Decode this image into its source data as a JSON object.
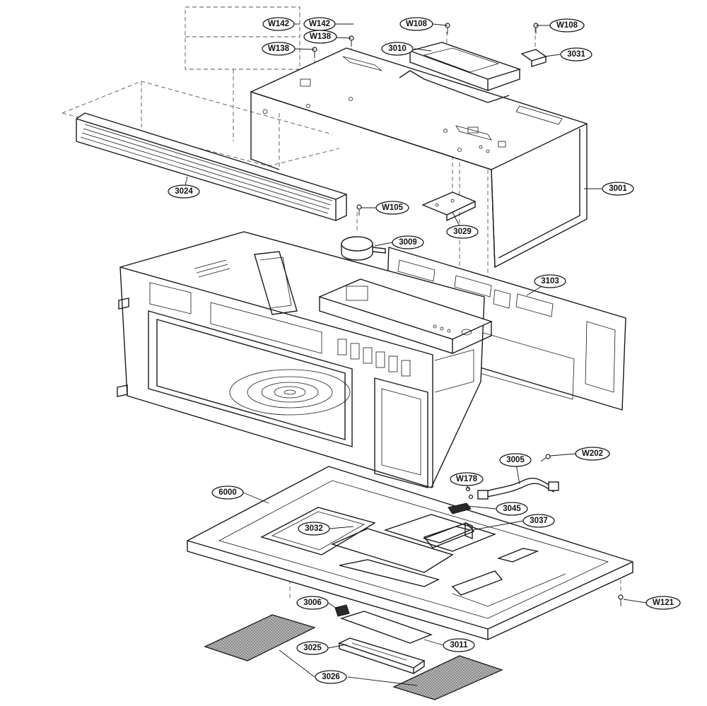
{
  "callouts": {
    "w142_a": "W142",
    "w142_b": "W142",
    "w138_a": "W138",
    "w138_b": "W138",
    "w108_a": "W108",
    "w108_b": "W108",
    "p3010": "3010",
    "p3031": "3031",
    "p3001": "3001",
    "p3024": "3024",
    "w105": "W105",
    "p3029": "3029",
    "p3009": "3009",
    "p3103": "3103",
    "w202": "W202",
    "p3005": "3005",
    "w178": "W178",
    "p6000": "6000",
    "p3045": "3045",
    "p3037": "3037",
    "p3032": "3032",
    "w121": "W121",
    "p3006": "3006",
    "p3025": "3025",
    "p3011": "3011",
    "p3026": "3026"
  }
}
